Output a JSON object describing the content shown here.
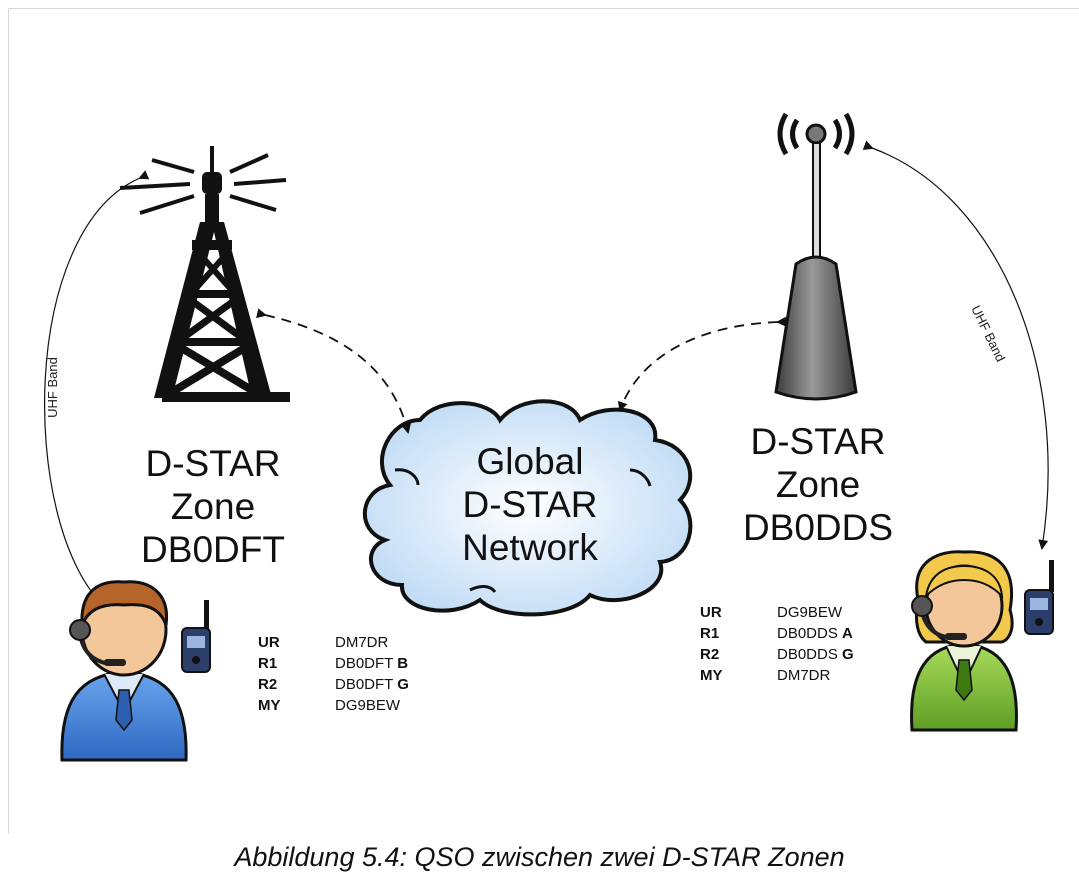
{
  "diagram": {
    "left_zone": {
      "line1": "D-STAR",
      "line2": "Zone",
      "line3": "DB0DFT"
    },
    "right_zone": {
      "line1": "D-STAR",
      "line2": "Zone",
      "line3": "DB0DDS"
    },
    "network": {
      "line1": "Global",
      "line2": "D-STAR",
      "line3": "Network"
    },
    "left_band": "UHF Band",
    "right_band": "UHF Band",
    "left_routing": [
      {
        "key": "UR",
        "value": "DM7DR",
        "suffix": ""
      },
      {
        "key": "R1",
        "value": "DB0DFT",
        "suffix": "B"
      },
      {
        "key": "R2",
        "value": "DB0DFT",
        "suffix": "G"
      },
      {
        "key": "MY",
        "value": "DG9BEW",
        "suffix": ""
      }
    ],
    "right_routing": [
      {
        "key": "UR",
        "value": "DG9BEW",
        "suffix": ""
      },
      {
        "key": "R1",
        "value": "DB0DDS",
        "suffix": "A"
      },
      {
        "key": "R2",
        "value": "DB0DDS",
        "suffix": "G"
      },
      {
        "key": "MY",
        "value": "DM7DR",
        "suffix": ""
      }
    ],
    "caption": "Abbildung 5.4: QSO zwischen zwei D-STAR Zonen"
  },
  "colors": {
    "man_suit": "#4a86d8",
    "woman_suit": "#8cc43c",
    "skin": "#f3c79a",
    "man_hair": "#b5652a",
    "woman_hair": "#f2c94c",
    "cloud": "#bcd9f5",
    "tower_right": "#6e6e6e"
  },
  "icons": [
    "lattice-tower-icon",
    "antenna-tower-icon",
    "cloud-icon",
    "male-operator-icon",
    "female-operator-icon",
    "handheld-radio-icon"
  ]
}
